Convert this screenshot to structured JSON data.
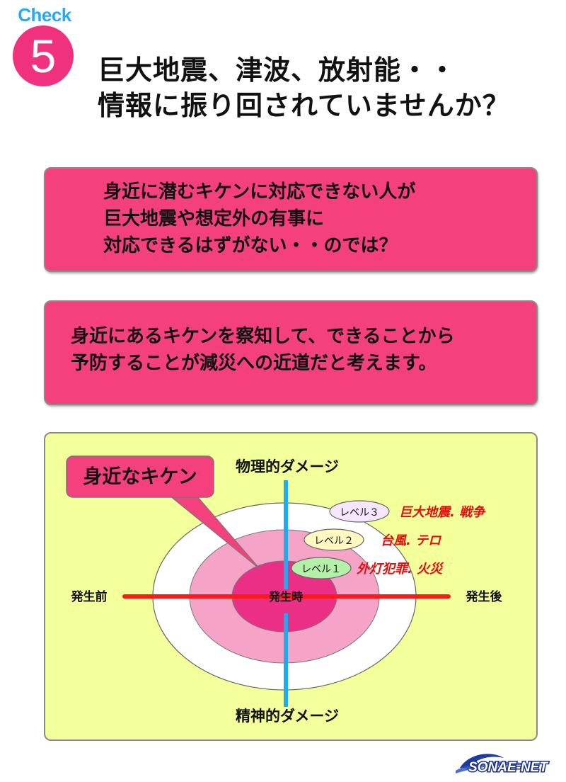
{
  "check": {
    "label": "Check",
    "number": "5"
  },
  "headline": {
    "line1": "巨大地震、津波、放射能・・",
    "line2": "情報に振り回されていませんか？"
  },
  "box1": {
    "line1": "身近に潜むキケンに対応できない人が",
    "line2": "巨大地震や想定外の有事に",
    "line3": "対応できるはずがない・・のでは？"
  },
  "box2": {
    "line1": "身近にあるキケンを察知して、できることから",
    "line2": "予防することが減災への近道だと考えます。"
  },
  "diagram": {
    "callout": "身近なキケン",
    "axis_top": "物理的ダメージ",
    "axis_bottom": "精神的ダメージ",
    "axis_left": "発生前",
    "axis_right": "発生後",
    "center": "発生時",
    "levels": [
      {
        "badge": "レベル３",
        "examples": "巨大地震. 戦争",
        "badge_color": "#f7e6ff"
      },
      {
        "badge": "レベル２",
        "examples": "台風. テロ",
        "badge_color": "#fff8c0"
      },
      {
        "badge": "レベル１",
        "examples": "外灯犯罪. 火災",
        "badge_color": "#b5f0a8"
      }
    ],
    "colors": {
      "outer_ring": "#ffffff",
      "middle_ring": "#f6a3c8",
      "inner_ring": "#ec2f86",
      "horizontal_axis": "#ff1a1a",
      "vertical_axis": "#22aaee",
      "example_text": "#e01010"
    }
  },
  "logo": {
    "text": "SONAE-NET"
  }
}
